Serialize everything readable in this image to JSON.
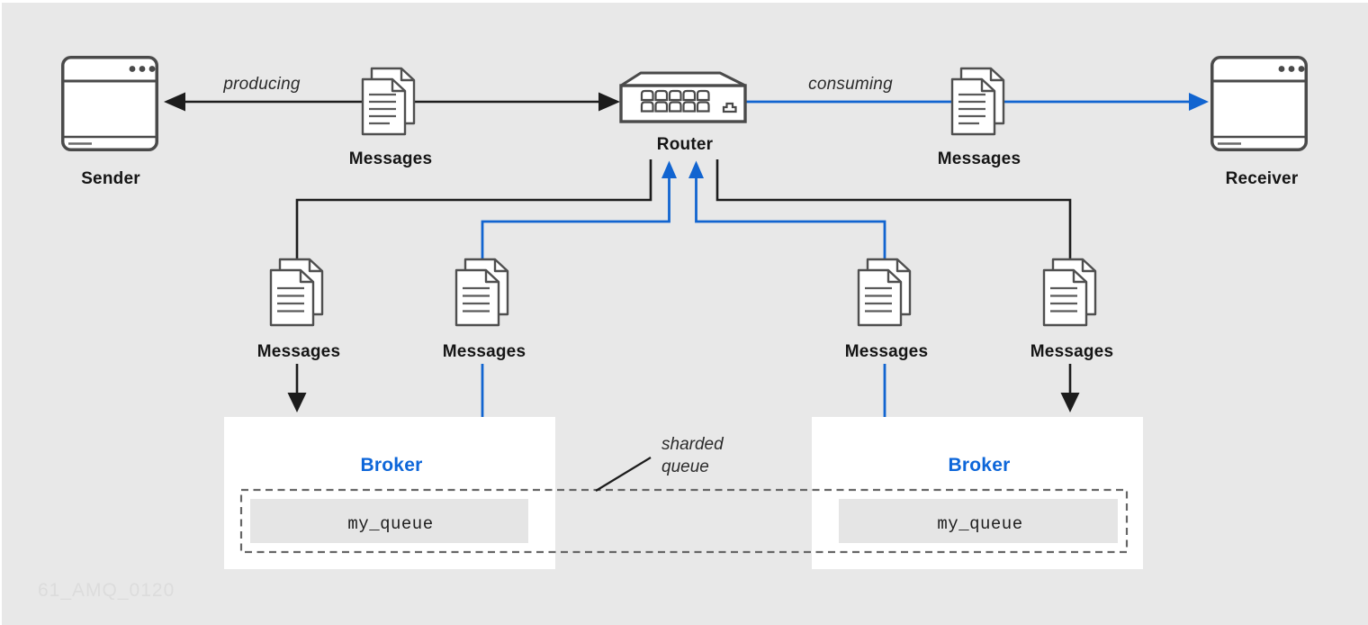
{
  "diagram": {
    "watermark": "61_AMQ_0120",
    "labels": {
      "sender": "Sender",
      "receiver": "Receiver",
      "router": "Router",
      "messages": "Messages",
      "broker": "Broker",
      "queue_name": "my_queue",
      "producing": "producing",
      "consuming": "consuming",
      "sharded_queue_line1": "sharded",
      "sharded_queue_line2": "queue"
    },
    "colors": {
      "background": "#e8e8e8",
      "accent_blue": "#1164d0",
      "broker_blue": "#0d66d9",
      "line_black": "#1c1c1c",
      "icon_stroke": "#4a4a4a",
      "dashed_border": "#666666",
      "queue_box_fill": "#e5e5e5",
      "watermark_gray": "#dcdcdc"
    }
  }
}
